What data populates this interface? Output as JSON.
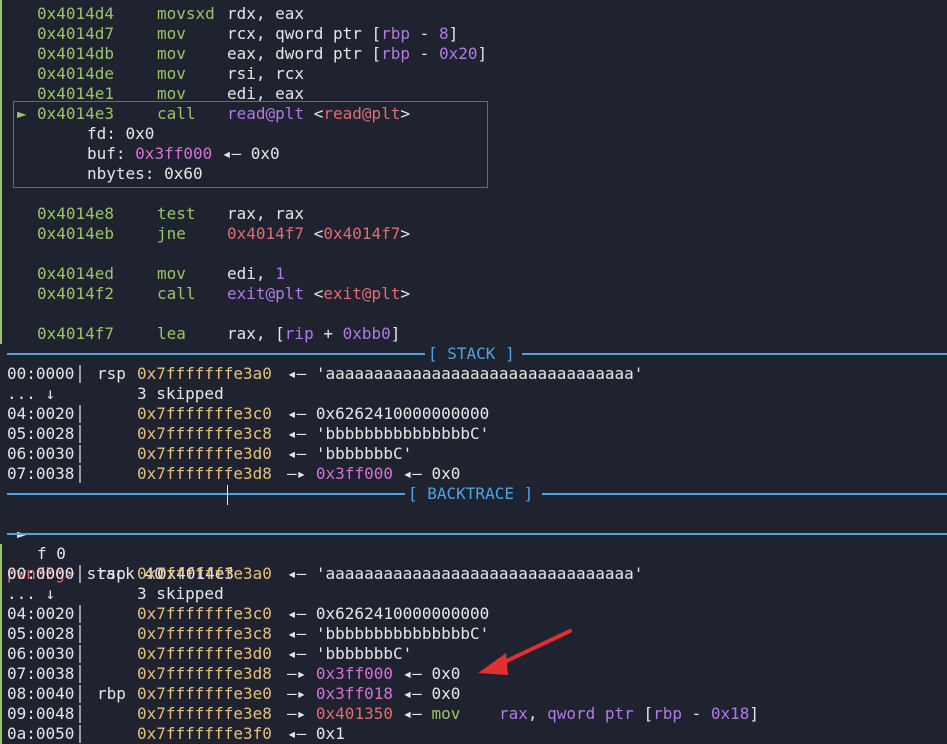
{
  "disasm": {
    "rows": [
      {
        "addr": "0x4014d4",
        "mnem": "movsxd",
        "ops": [
          [
            "w",
            "rdx, eax"
          ]
        ]
      },
      {
        "addr": "0x4014d7",
        "mnem": "mov",
        "ops": [
          [
            "w",
            "rcx, qword ptr ["
          ],
          [
            "p",
            "rbp"
          ],
          [
            "w",
            " - "
          ],
          [
            "p",
            "8"
          ],
          [
            "w",
            "]"
          ]
        ]
      },
      {
        "addr": "0x4014db",
        "mnem": "mov",
        "ops": [
          [
            "w",
            "eax, dword ptr ["
          ],
          [
            "p",
            "rbp"
          ],
          [
            "w",
            " - "
          ],
          [
            "p",
            "0x20"
          ],
          [
            "w",
            "]"
          ]
        ]
      },
      {
        "addr": "0x4014de",
        "mnem": "mov",
        "ops": [
          [
            "w",
            "rsi, rcx"
          ]
        ]
      },
      {
        "addr": "0x4014e1",
        "mnem": "mov",
        "ops": [
          [
            "w",
            "edi, eax"
          ]
        ]
      }
    ],
    "current": {
      "marker": "►",
      "addr": "0x4014e3",
      "mnem": "call",
      "ops": [
        [
          "p",
          "read@plt"
        ],
        [
          "w",
          " <"
        ],
        [
          "r",
          "read@plt"
        ],
        [
          "w",
          ">"
        ]
      ]
    },
    "args": [
      [
        [
          "w",
          "fd: 0x0"
        ]
      ],
      [
        [
          "w",
          "buf: "
        ],
        [
          "m",
          "0x3ff000"
        ],
        [
          "w",
          " ◂— 0x0"
        ]
      ],
      [
        [
          "w",
          "nbytes: 0x60"
        ]
      ]
    ],
    "rows2": [
      {
        "addr": "0x4014e8",
        "mnem": "test",
        "ops": [
          [
            "w",
            "rax, rax"
          ]
        ]
      },
      {
        "addr": "0x4014eb",
        "mnem": "jne",
        "ops": [
          [
            "r",
            "0x4014f7"
          ],
          [
            "w",
            " <"
          ],
          [
            "r",
            "0x4014f7"
          ],
          [
            "w",
            ">"
          ]
        ]
      }
    ],
    "rows3": [
      {
        "addr": "0x4014ed",
        "mnem": "mov",
        "ops": [
          [
            "w",
            "edi, "
          ],
          [
            "p",
            "1"
          ]
        ]
      },
      {
        "addr": "0x4014f2",
        "mnem": "call",
        "ops": [
          [
            "p",
            "exit@plt"
          ],
          [
            "w",
            " <"
          ],
          [
            "r",
            "exit@plt"
          ],
          [
            "w",
            ">"
          ]
        ]
      }
    ],
    "rows4": [
      {
        "addr": "0x4014f7",
        "mnem": "lea",
        "ops": [
          [
            "w",
            "rax, ["
          ],
          [
            "p",
            "rip"
          ],
          [
            "w",
            " + "
          ],
          [
            "p",
            "0xbb0"
          ],
          [
            "w",
            "]"
          ]
        ]
      }
    ]
  },
  "stack_header": "[ STACK ]",
  "stack": [
    {
      "off": "00:0000",
      "reg": "rsp",
      "addr": "0x7fffffffe3a0",
      "rest": [
        [
          "w",
          "◂— 'aaaaaaaaaaaaaaaaaaaaaaaaaaaaaaaa'"
        ]
      ]
    },
    {
      "skip": true,
      "off": "... ↓",
      "text": "3 skipped"
    },
    {
      "off": "04:0020",
      "reg": "",
      "addr": "0x7fffffffe3c0",
      "rest": [
        [
          "w",
          "◂— 0x6262410000000000"
        ]
      ]
    },
    {
      "off": "05:0028",
      "reg": "",
      "addr": "0x7fffffffe3c8",
      "rest": [
        [
          "w",
          "◂— 'bbbbbbbbbbbbbbbC'"
        ]
      ]
    },
    {
      "off": "06:0030",
      "reg": "",
      "addr": "0x7fffffffe3d0",
      "rest": [
        [
          "w",
          "◂— 'bbbbbbbC'"
        ]
      ]
    },
    {
      "off": "07:0038",
      "reg": "",
      "addr": "0x7fffffffe3d8",
      "rest": [
        [
          "w",
          "—▸ "
        ],
        [
          "m",
          "0x3ff000"
        ],
        [
          "w",
          " ◂— 0x0"
        ]
      ]
    }
  ],
  "backtrace_header": "[ BACKTRACE ]",
  "backtrace": {
    "marker": "►",
    "frame": "f 0",
    "addr": "0x4014e3"
  },
  "prompt": {
    "name": "pwndbg>",
    "command": " stack 40"
  },
  "stack40": [
    {
      "off": "00:0000",
      "reg": "rsp",
      "addr": "0x7fffffffe3a0",
      "rest": [
        [
          "w",
          "◂— 'aaaaaaaaaaaaaaaaaaaaaaaaaaaaaaaa'"
        ]
      ]
    },
    {
      "skip": true,
      "off": "... ↓",
      "text": "3 skipped"
    },
    {
      "off": "04:0020",
      "reg": "",
      "addr": "0x7fffffffe3c0",
      "rest": [
        [
          "w",
          "◂— 0x6262410000000000"
        ]
      ]
    },
    {
      "off": "05:0028",
      "reg": "",
      "addr": "0x7fffffffe3c8",
      "rest": [
        [
          "w",
          "◂— 'bbbbbbbbbbbbbbbC'"
        ]
      ]
    },
    {
      "off": "06:0030",
      "reg": "",
      "addr": "0x7fffffffe3d0",
      "rest": [
        [
          "w",
          "◂— 'bbbbbbbC'"
        ]
      ]
    },
    {
      "off": "07:0038",
      "reg": "",
      "addr": "0x7fffffffe3d8",
      "rest": [
        [
          "w",
          "—▸ "
        ],
        [
          "m",
          "0x3ff000"
        ],
        [
          "w",
          " ◂— 0x0"
        ]
      ]
    },
    {
      "off": "08:0040",
      "reg": "rbp",
      "addr": "0x7fffffffe3e0",
      "rest": [
        [
          "w",
          "—▸ "
        ],
        [
          "m",
          "0x3ff018"
        ],
        [
          "w",
          " ◂— 0x0"
        ]
      ]
    },
    {
      "off": "09:0048",
      "reg": "",
      "addr": "0x7fffffffe3e8",
      "rest": [
        [
          "w",
          "—▸ "
        ],
        [
          "r",
          "0x401350"
        ],
        [
          "w",
          " ◂— "
        ],
        [
          "g",
          "mov    "
        ],
        [
          "p",
          "rax"
        ],
        [
          "w",
          ", "
        ],
        [
          "p",
          "qword ptr"
        ],
        [
          "w",
          " ["
        ],
        [
          "p",
          "rbp"
        ],
        [
          "w",
          " - "
        ],
        [
          "p",
          "0x18"
        ],
        [
          "w",
          "]"
        ]
      ]
    },
    {
      "off": "0a:0050",
      "reg": "",
      "addr": "0x7fffffffe3f0",
      "rest": [
        [
          "w",
          "◂— 0x1"
        ]
      ]
    }
  ],
  "colors": {
    "background": "#1f2330",
    "address_green": "#9bc46a",
    "text": "#e6e6e6",
    "register_purple": "#b27ae6",
    "heap_magenta": "#d671d8",
    "code_red": "#e06c75",
    "stack_yellow": "#e5c07b",
    "separator_blue": "#4fa3e0",
    "annotation_red": "#d93b3b"
  },
  "annotation": {
    "icon": "red-arrow-icon"
  }
}
